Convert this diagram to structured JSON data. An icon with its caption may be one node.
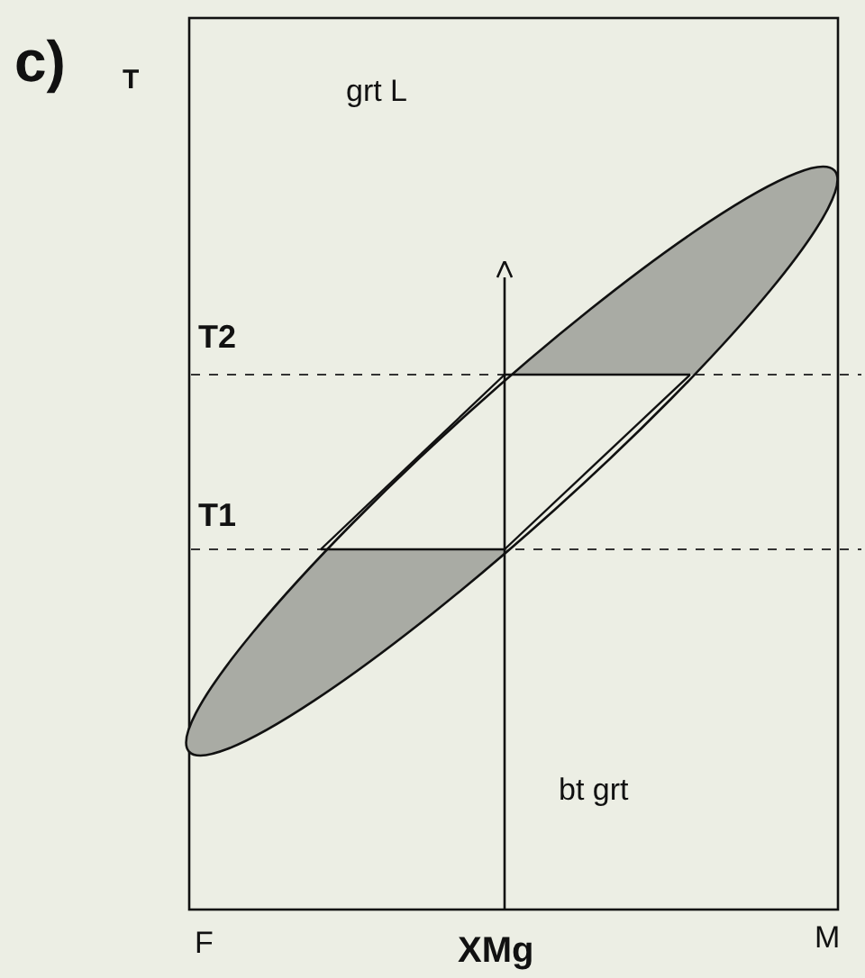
{
  "diagram": {
    "labels": [
      "c)",
      "T",
      "grt L",
      "T2",
      "T1",
      "bt grt",
      "F",
      "M",
      "XMg"
    ]
  }
}
